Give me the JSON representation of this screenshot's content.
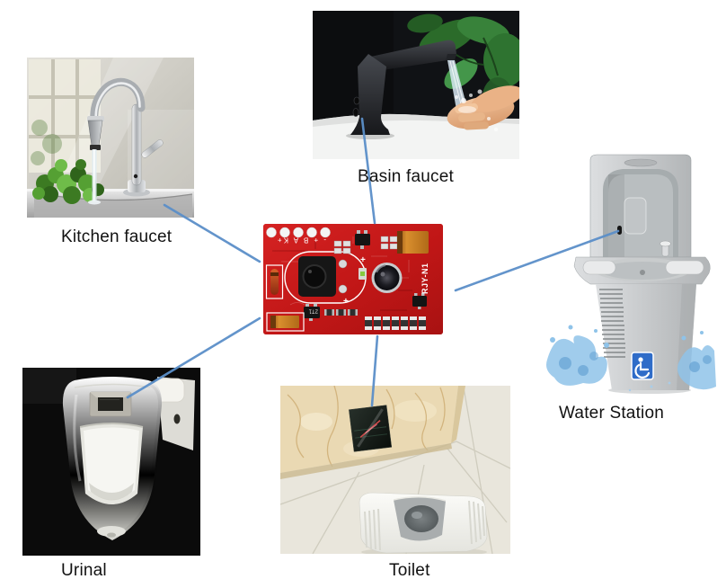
{
  "diagram": {
    "connector_color": "#5b8fc9",
    "labels": {
      "kitchen": "Kitchen faucet",
      "basin": "Basin faucet",
      "water": "Water Station",
      "urinal": "Urinal",
      "toilet": "Toilet"
    },
    "pcb": {
      "model": "RJY-N1",
      "pin_silkscreen": "- + B A K+",
      "transistor_marking": "2T1",
      "polarity_mark": "+",
      "board_color": "#c41818"
    }
  }
}
